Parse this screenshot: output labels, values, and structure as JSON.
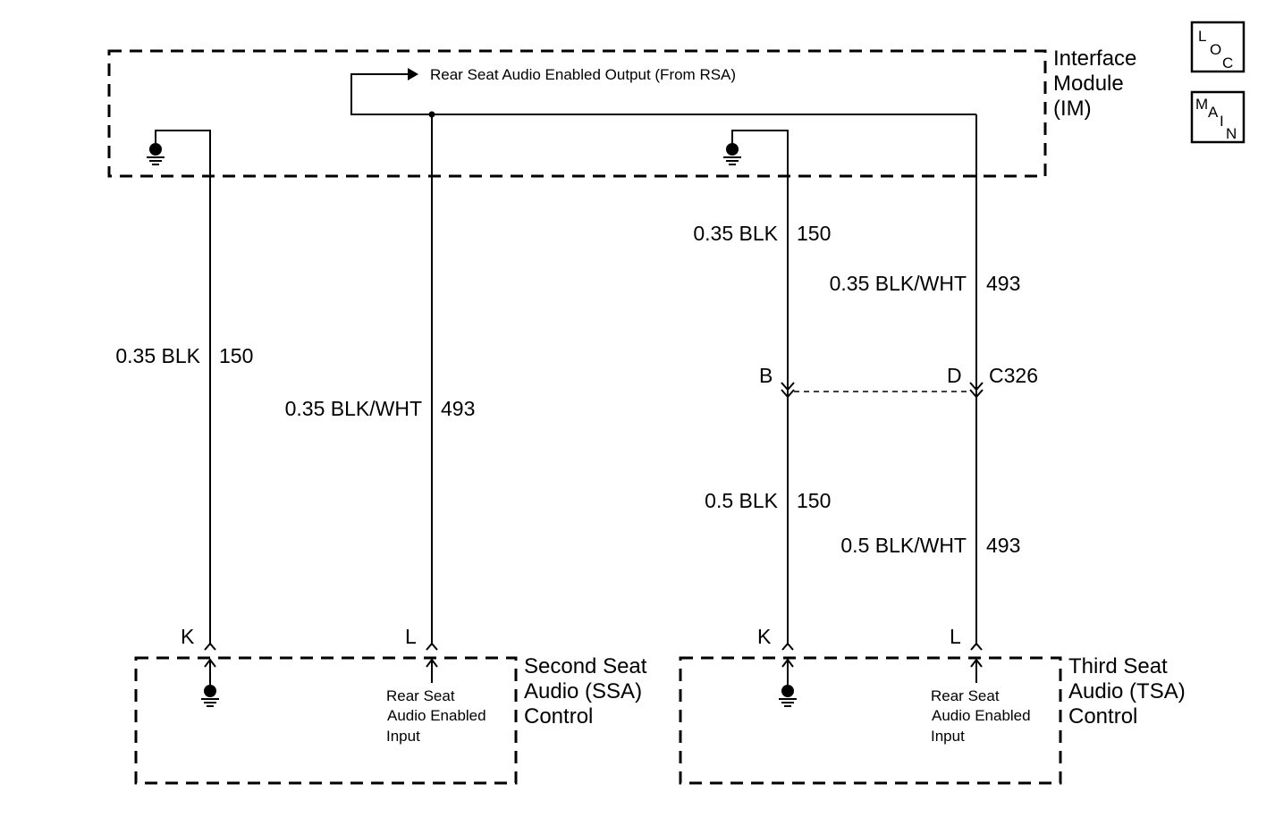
{
  "modules": {
    "im": {
      "line1": "Interface",
      "line2": "Module",
      "line3": "(IM)"
    },
    "ssa": {
      "line1": "Second Seat",
      "line2": "Audio (SSA)",
      "line3": "Control"
    },
    "tsa": {
      "line1": "Third Seat",
      "line2": "Audio (TSA)",
      "line3": "Control"
    }
  },
  "signal_label": "Rear Seat Audio Enabled Output (From RSA)",
  "input_label": {
    "line1": "Rear Seat",
    "line2": "Audio Enabled",
    "line3": "Input"
  },
  "badges": {
    "loc": {
      "l": "L",
      "o": "O",
      "c": "C"
    },
    "main": {
      "m": "M",
      "a": "A",
      "i": "I",
      "n": "N"
    }
  },
  "wires": {
    "ssa_ground": {
      "gauge": "0.35 BLK",
      "circuit": "150"
    },
    "ssa_signal": {
      "gauge": "0.35 BLK/WHT",
      "circuit": "493"
    },
    "tsa_ground_upper": {
      "gauge": "0.35 BLK",
      "circuit": "150"
    },
    "tsa_signal_upper": {
      "gauge": "0.35 BLK/WHT",
      "circuit": "493"
    },
    "tsa_ground_lower": {
      "gauge": "0.5 BLK",
      "circuit": "150"
    },
    "tsa_signal_lower": {
      "gauge": "0.5 BLK/WHT",
      "circuit": "493"
    }
  },
  "connector": {
    "name": "C326",
    "pin_ground": "B",
    "pin_signal": "D"
  },
  "pins": {
    "ssa_ground": "K",
    "ssa_signal": "L",
    "tsa_ground": "K",
    "tsa_signal": "L"
  }
}
